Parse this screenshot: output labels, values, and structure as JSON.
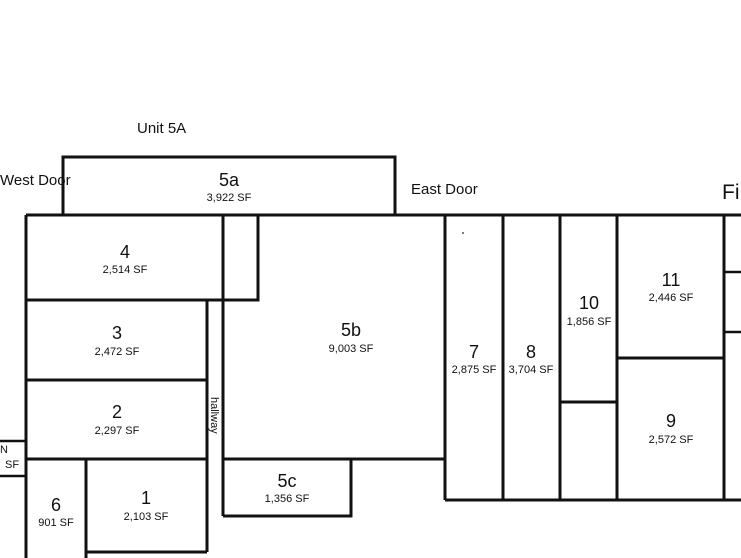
{
  "labels": {
    "unit_5a_title": "Unit 5A",
    "west_door": "West Door",
    "east_door": "East Door",
    "fi_cut": "Fi",
    "hallway": "hallway",
    "n_cut": "N",
    "sf_cut": "SF"
  },
  "units": [
    {
      "id": "5a",
      "name": "5a",
      "area": "3,922 SF"
    },
    {
      "id": "4",
      "name": "4",
      "area": "2,514 SF"
    },
    {
      "id": "3",
      "name": "3",
      "area": "2,472 SF"
    },
    {
      "id": "2",
      "name": "2",
      "area": "2,297 SF"
    },
    {
      "id": "1",
      "name": "1",
      "area": "2,103 SF"
    },
    {
      "id": "6",
      "name": "6",
      "area": "901 SF"
    },
    {
      "id": "5b",
      "name": "5b",
      "area": "9,003 SF"
    },
    {
      "id": "5c",
      "name": "5c",
      "area": "1,356 SF"
    },
    {
      "id": "7",
      "name": "7",
      "area": "2,875 SF"
    },
    {
      "id": "8",
      "name": "8",
      "area": "3,704 SF"
    },
    {
      "id": "10",
      "name": "10",
      "area": "1,856 SF"
    },
    {
      "id": "11",
      "name": "11",
      "area": "2,446 SF"
    },
    {
      "id": "9",
      "name": "9",
      "area": "2,572 SF"
    }
  ]
}
